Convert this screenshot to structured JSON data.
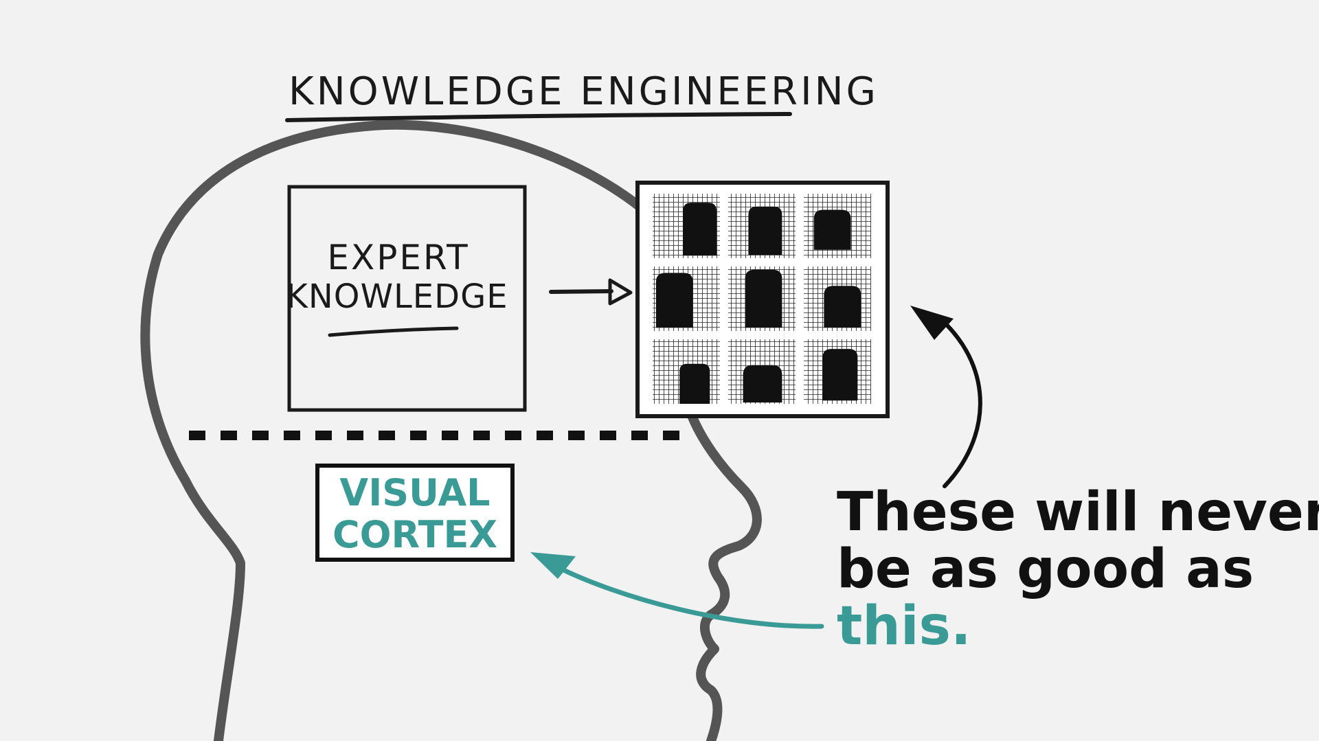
{
  "title": "Knowledge Engineering",
  "expert_box": {
    "line1": "EXPERT",
    "line2": "KNOWLEDGE"
  },
  "visual_cortex": {
    "line1": "VISUAL",
    "line2": "CORTEX"
  },
  "caption": {
    "line1": "These will never",
    "line2": "be as good as",
    "line3": "this."
  },
  "colors": {
    "teal": "#3a9a95",
    "head_outline": "#555555",
    "ink": "#111111",
    "background": "#f2f2f2"
  },
  "filter_grid": {
    "rows": 3,
    "cols": 3
  }
}
